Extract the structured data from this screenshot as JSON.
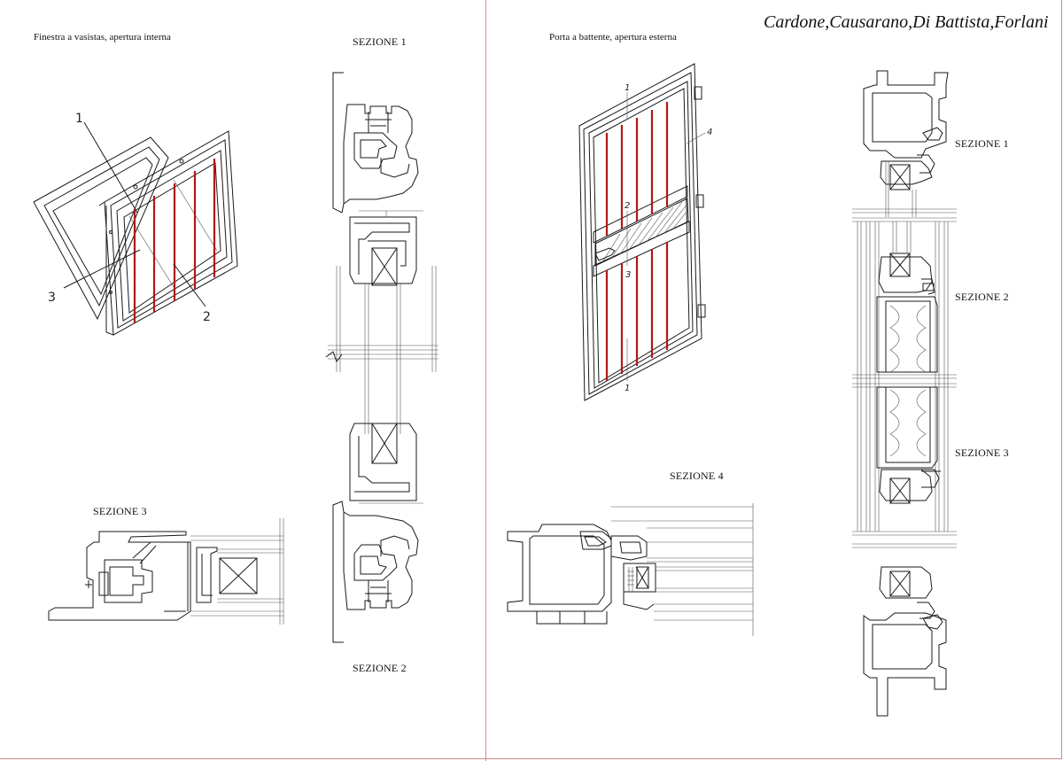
{
  "header": {
    "authors": "Cardone,Causarano,Di Battista,Forlani"
  },
  "left_page": {
    "caption": "Finestra a vasistas, apertura interna",
    "section_1_label": "SEZIONE 1",
    "section_2_label": "SEZIONE 2",
    "section_3_label": "SEZIONE 3",
    "callouts": [
      "1",
      "2",
      "3"
    ]
  },
  "right_page": {
    "caption": "Porta a battente, apertura esterna",
    "section_1_label": "SEZIONE 1",
    "section_2_label": "SEZIONE 2",
    "section_3_label": "SEZIONE 3",
    "section_4_label": "SEZIONE 4",
    "callouts": [
      "1",
      "4",
      "2",
      "3",
      "1"
    ]
  },
  "colors": {
    "bar_red": "#b01818",
    "line": "#1a1a1a",
    "divider": "#d09090"
  }
}
